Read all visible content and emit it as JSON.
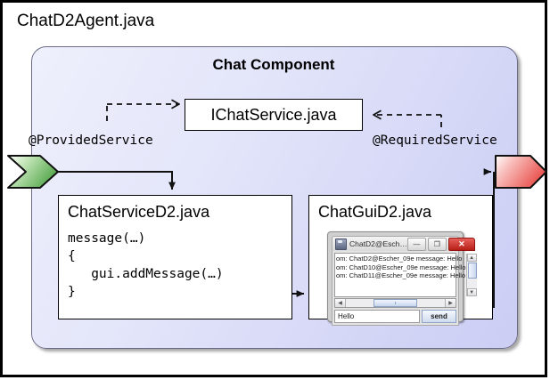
{
  "diagram": {
    "agent_title": "ChatD2Agent.java",
    "component_title": "Chat Component",
    "interface_box": "IChatService.java",
    "annotations": {
      "provided": "@ProvidedService",
      "required": "@RequiredService"
    },
    "ports": {
      "provided_icon": "provided-service-port-icon",
      "provided_color": "#6fc06a",
      "required_icon": "required-service-port-icon",
      "required_color": "#ef6b6b"
    }
  },
  "service_class": {
    "name": "ChatServiceD2.java",
    "code": "message(…)\n{\n   gui.addMessage(…)\n}"
  },
  "gui_class": {
    "name": "ChatGuiD2.java"
  },
  "chat_window": {
    "title": "ChatD2@Esch…",
    "app_icon": "java-coffee-cup-icon",
    "buttons": {
      "minimize": "—",
      "maximize": "❐",
      "close": "✕"
    },
    "messages": [
      "om: ChatD2@Escher_09e message: Hello",
      "om: ChatD10@Escher_09e message: Hello",
      "om: ChatD11@Escher_09e message: Hello"
    ],
    "scroll": {
      "up_arrow": "▲",
      "down_arrow": "▼",
      "left_arrow": "◀",
      "right_arrow": "▶"
    },
    "input_value": "Hello",
    "send_label": "send"
  }
}
